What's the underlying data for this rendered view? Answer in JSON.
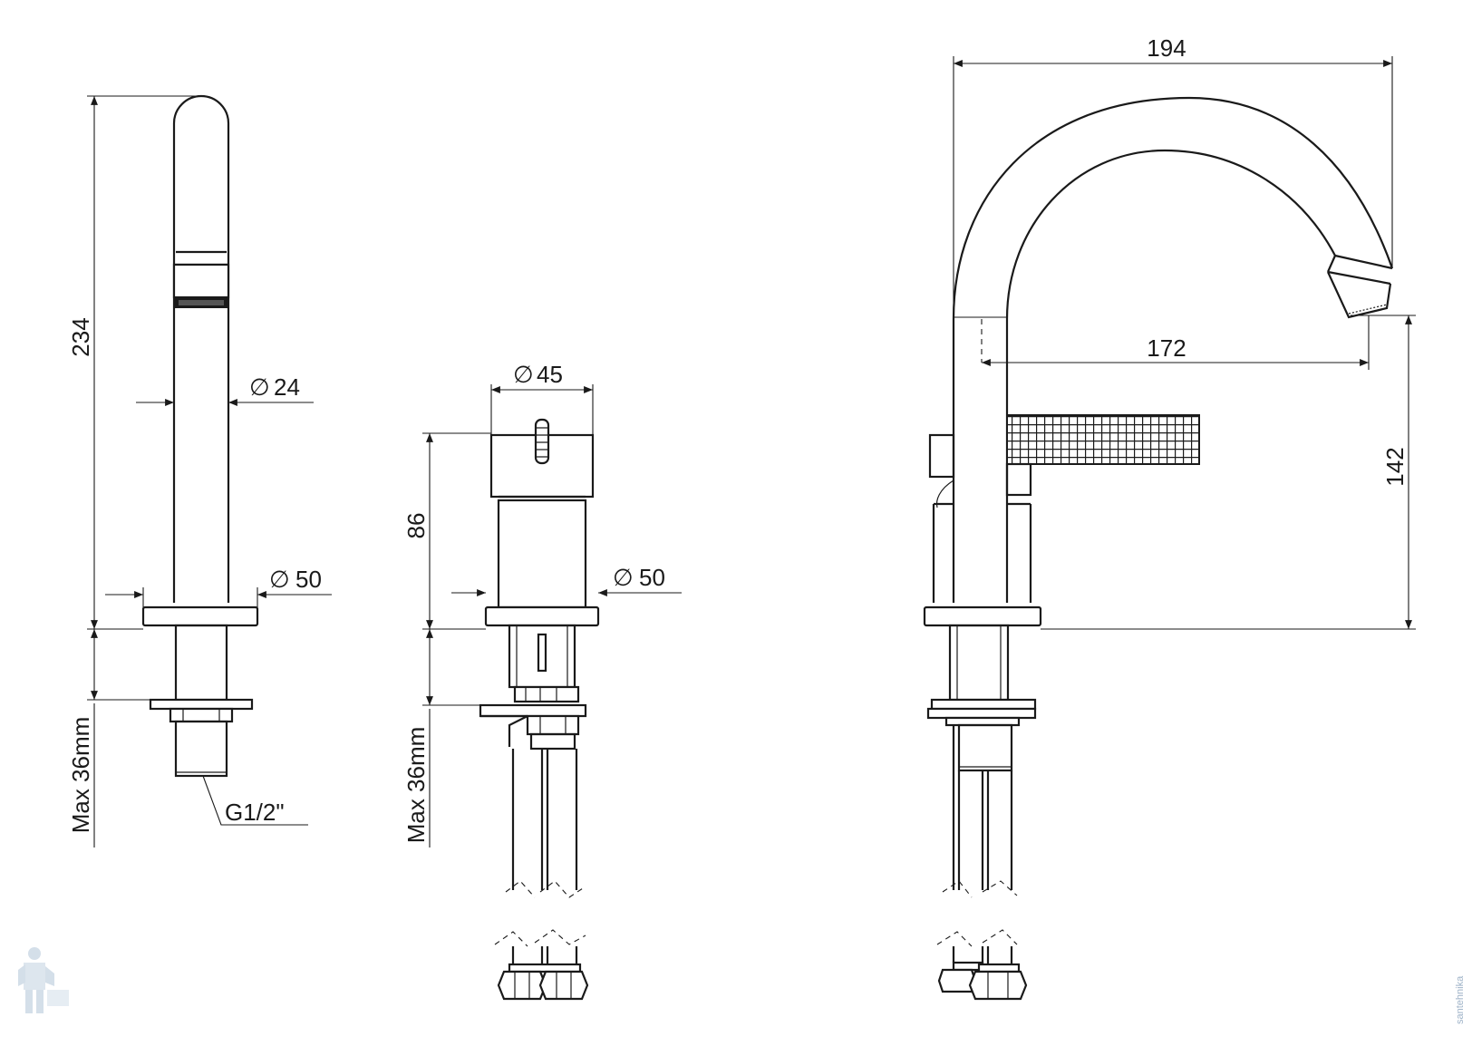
{
  "dimensions": {
    "spout_height": "234",
    "spout_diameter": "24",
    "spout_base_diameter": "50",
    "spout_max_mount": "Max 36mm",
    "spout_thread": "G1/2\"",
    "mixer_diameter": "45",
    "mixer_height": "86",
    "mixer_base_diameter": "50",
    "mixer_max_mount": "Max 36mm",
    "side_width": "194",
    "side_reach": "172",
    "side_height": "142"
  },
  "diameter_symbol": "∅",
  "watermark_text": "santehnika"
}
